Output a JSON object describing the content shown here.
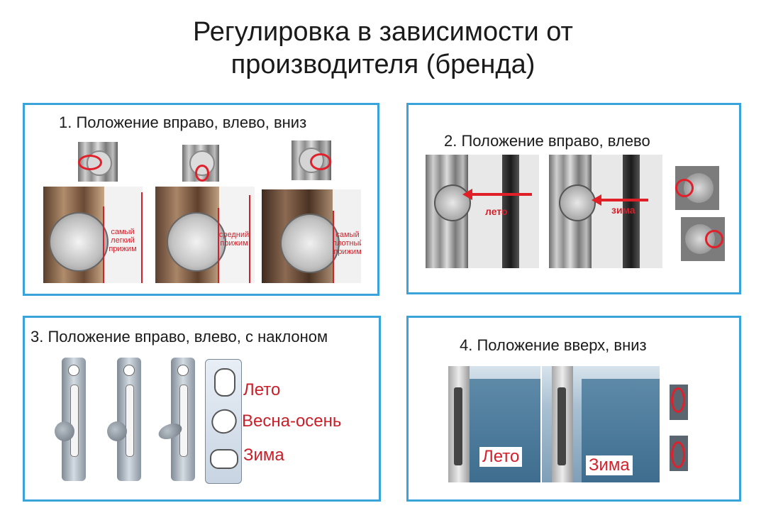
{
  "title": {
    "line1": "Регулировка в зависимости от",
    "line2": "производителя (бренда)"
  },
  "panel1": {
    "caption": "1. Положение вправо, влево, вниз",
    "labels": [
      {
        "line1": "самый",
        "line2": "легкий",
        "line3": "прижим"
      },
      {
        "line1": "средний",
        "line2": "прижим",
        "line3": ""
      },
      {
        "line1": "самый",
        "line2": "плотный",
        "line3": "прижим"
      }
    ]
  },
  "panel2": {
    "caption": "2. Положение вправо, влево",
    "label_summer": "лето",
    "label_winter": "зима"
  },
  "panel3": {
    "caption": "3. Положение вправо, влево, с наклоном",
    "seasons": [
      "Лето",
      "Весна-осень",
      "Зима"
    ]
  },
  "panel4": {
    "caption": "4. Положение вверх, вниз",
    "label_summer": "Лето",
    "label_winter": "Зима"
  },
  "colors": {
    "panel_border": "#3aa3d9",
    "accent_red": "#d4202a"
  }
}
